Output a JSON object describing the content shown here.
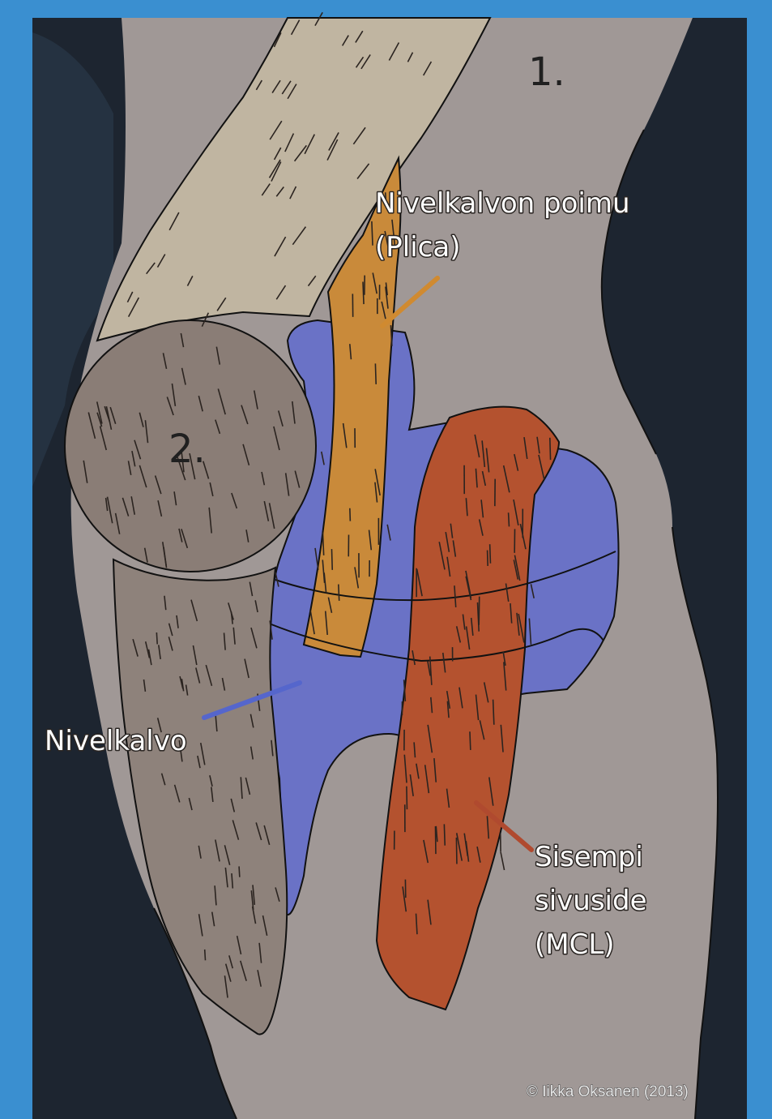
{
  "labels": {
    "region_1": "1.",
    "region_2": "2.",
    "plica_line1": "Nivelkalvon poimu",
    "plica_line2": "(Plica)",
    "synovium": "Nivelkalvo",
    "mcl_line1": "Sisempi",
    "mcl_line2": "sivuside",
    "mcl_line3": "(MCL)",
    "credit": "© Iikka Oksanen (2013)"
  },
  "colors": {
    "frame": "#3a8fd0",
    "background": "#1d2530",
    "skin": "#a09896",
    "femur": "#c0b5a1",
    "patella": "#8a7d76",
    "patellar_tendon": "#8e827b",
    "synovium": "#6a72c6",
    "plica": "#c98a3a",
    "mcl": "#b4522f",
    "outline": "#111111",
    "plica_pointer": "#d08a30",
    "synovium_pointer": "#5566cc",
    "mcl_pointer": "#b04a2f"
  }
}
